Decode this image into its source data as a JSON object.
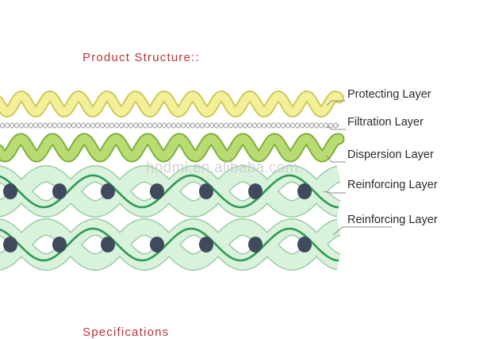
{
  "heading": "Product Structure::",
  "footer_heading": "Specifications",
  "watermark": "hndml.en.alibaba.com",
  "layers": [
    {
      "label": "Protecting Layer",
      "kind": "crimp",
      "fill": "#f3f09a",
      "stroke": "#cfc85a"
    },
    {
      "label": "Filtration Layer",
      "kind": "mesh",
      "stroke": "#9a9a9a"
    },
    {
      "label": "Dispersion Layer",
      "kind": "crimp",
      "fill": "#b9dc72",
      "stroke": "#7fae3c"
    },
    {
      "label": "Reinforcing Layer",
      "kind": "weave",
      "fill": "#d8f2dc",
      "stroke": "#9ccca3",
      "wire": "#2e9a52",
      "dot": "#3f4a5c"
    },
    {
      "label": "Reinforcing Layer",
      "kind": "weave",
      "fill": "#d8f2dc",
      "stroke": "#9ccca3",
      "wire": "#2e9a52",
      "dot": "#3f4a5c"
    }
  ],
  "leader_color": "#8a8a8a"
}
